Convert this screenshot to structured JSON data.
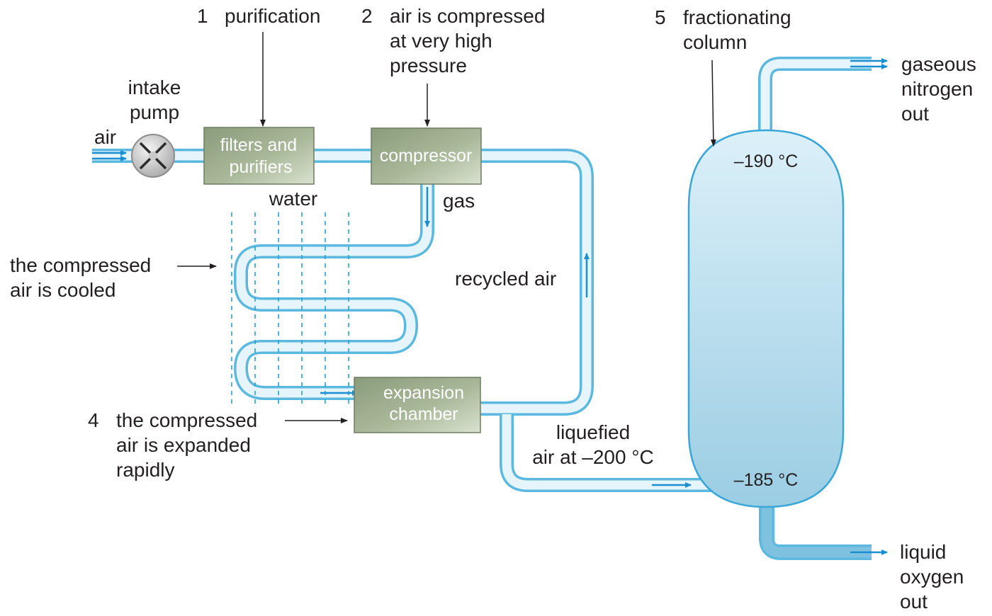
{
  "labels": {
    "air": "air",
    "intake_pump": [
      "intake",
      "pump"
    ],
    "step1_number": "1",
    "step1_text": "purification",
    "step2_number": "2",
    "step2_text": [
      "air is compressed",
      "at very high",
      "pressure"
    ],
    "step4_number": "4",
    "step4_text": [
      "the compressed",
      "air is expanded",
      "rapidly"
    ],
    "step5_number": "5",
    "step5_text": [
      "fractionating",
      "column"
    ],
    "water": "water",
    "gas": "gas",
    "cooled": [
      "the compressed",
      "air is cooled"
    ],
    "recycled_air": "recycled air",
    "liquefied": [
      "liquefied",
      "air at –200 °C"
    ],
    "nitrogen_out": [
      "gaseous",
      "nitrogen",
      "out"
    ],
    "oxygen_out": [
      "liquid",
      "oxygen",
      "out"
    ]
  },
  "boxes": {
    "filters": [
      "filters and",
      "purifiers"
    ],
    "compressor": [
      "compressor"
    ],
    "expansion": [
      "expansion",
      "chamber"
    ]
  },
  "column": {
    "top_temp": "–190 °C",
    "bottom_temp": "–185 °C"
  },
  "colors": {
    "pipe_outline": "#5bb8df",
    "pipe_fill": "#e6f5fb",
    "arrow": "#1a8ed0",
    "box_dark": "#7f9170",
    "box_light": "#dde5d2",
    "column_top": "#d8eef8",
    "column_bottom": "#9ed0e6"
  }
}
